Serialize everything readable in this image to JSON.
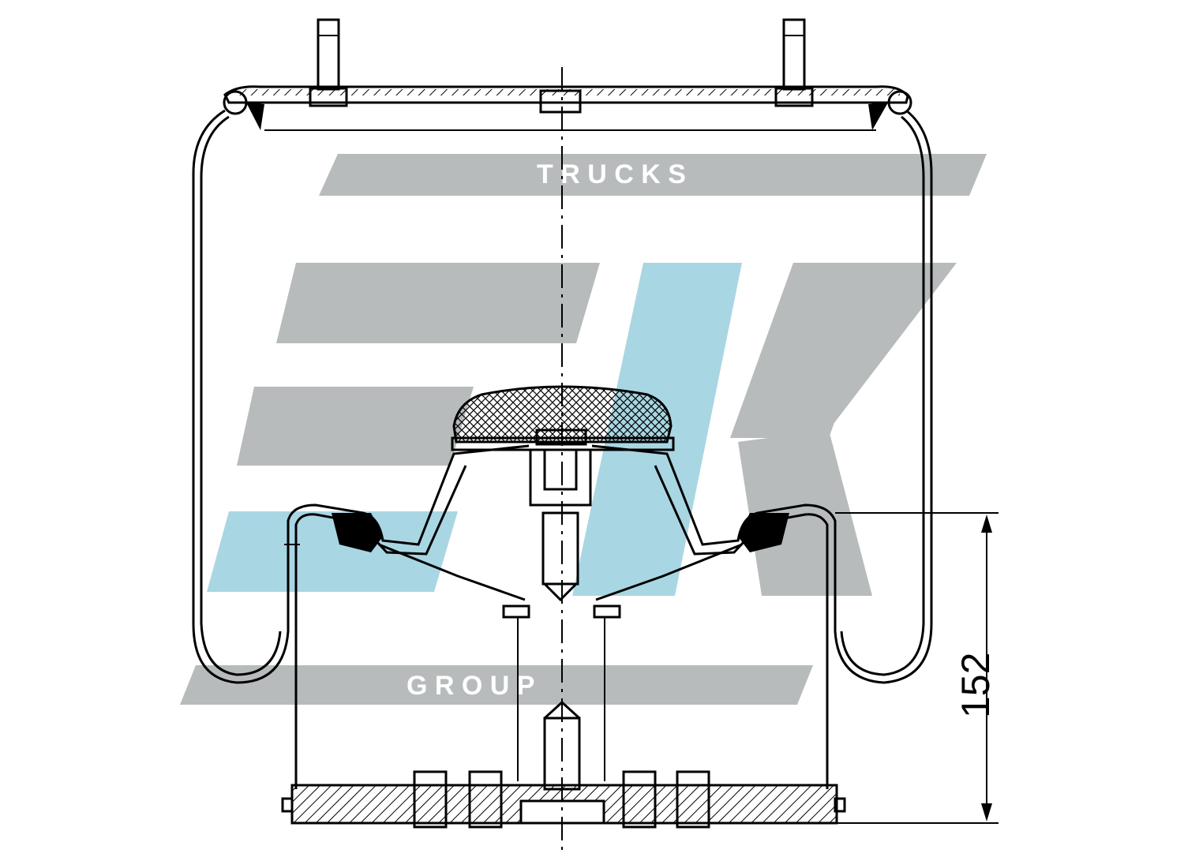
{
  "watermark": {
    "top_word": "T R U C K S",
    "bottom_word": "G R O U P",
    "colors": {
      "gray": "#b7bbbb",
      "blue": "#a9d6e3"
    }
  },
  "dimension": {
    "height_label": "152"
  }
}
